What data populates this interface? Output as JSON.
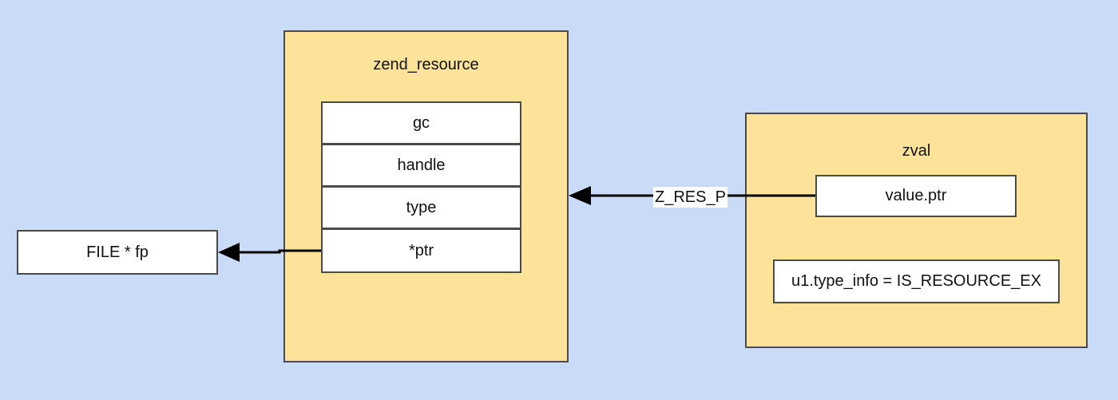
{
  "zend_resource": {
    "title": "zend_resource",
    "fields": [
      "gc",
      "handle",
      "type",
      "*ptr"
    ]
  },
  "zval": {
    "title": "zval",
    "value_ptr": "value.ptr",
    "type_info": "u1.type_info = IS_RESOURCE_EX"
  },
  "file": {
    "label": "FILE * fp"
  },
  "edges": {
    "zval_to_resource_label": "Z_RES_P"
  },
  "colors": {
    "background": "#c9dbf6",
    "container_fill": "#fde39a",
    "cell_fill": "#ffffff",
    "stroke": "#4a4a4a"
  }
}
